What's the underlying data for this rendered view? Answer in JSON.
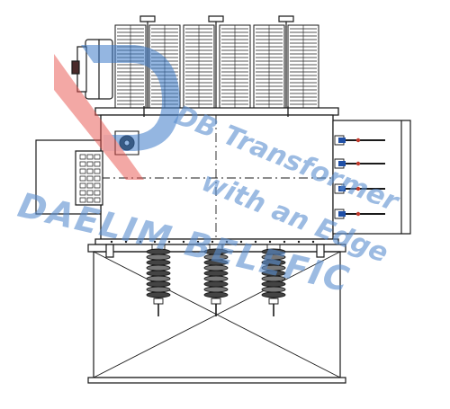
{
  "watermark": {
    "line1": "DB Transformer",
    "line2": "with an Edge",
    "company": "DAELIM BELEFIC",
    "logo_letter": "D",
    "colors": {
      "text": "#5b8fd0",
      "logo_red": "#e8504a",
      "logo_blue": "#3d7cc9"
    }
  },
  "drawing": {
    "line_color": "#1a1a1a",
    "accent_blue": "#1f4fa6",
    "accent_red": "#c0392b"
  }
}
